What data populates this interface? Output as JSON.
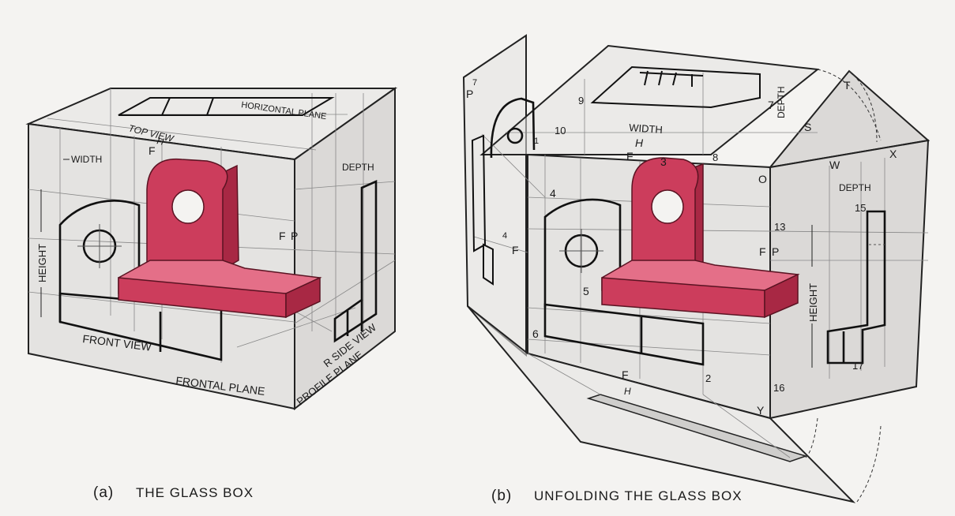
{
  "diagram_a": {
    "caption_letter": "(a)",
    "caption_text": "THE GLASS BOX",
    "labels": {
      "horizontal_plane": "HORIZONTAL PLANE",
      "top_view": "TOP VIEW",
      "h": "H",
      "width": "WIDTH",
      "f": "F",
      "depth": "DEPTH",
      "height": "HEIGHT",
      "fp_f": "F",
      "fp_p": "P",
      "front_view": "FRONT VIEW",
      "frontal_plane": "FRONTAL PLANE",
      "r_side_view": "R SIDE VIEW",
      "profile_plane": "PROFILE PLANE"
    }
  },
  "diagram_b": {
    "caption_letter": "(b)",
    "caption_text": "UNFOLDING THE GLASS BOX",
    "labels": {
      "width": "WIDTH",
      "h": "H",
      "f_top": "F",
      "depth_top": "DEPTH",
      "s": "S",
      "t": "T",
      "x": "X",
      "w": "W",
      "o": "O",
      "depth_side": "DEPTH",
      "height": "HEIGHT",
      "f_mid": "F",
      "p_mid": "P",
      "f_left": "F",
      "p_left": "P",
      "f_bottom": "F",
      "h_bottom": "H",
      "y": "Y",
      "n1": "1",
      "n2": "2",
      "n3": "3",
      "n4": "4",
      "n5": "5",
      "n6": "6",
      "n7": "7",
      "n8": "8",
      "n9": "9",
      "n10": "10",
      "n13": "13",
      "n15": "15",
      "n16": "16",
      "n17": "17",
      "n4_left": "4",
      "n7_left": "7"
    }
  },
  "colors": {
    "part": "#cc3d5c",
    "glass": "#d7d6d4",
    "ink": "#1a1a1a",
    "paper": "#f4f3f1"
  }
}
